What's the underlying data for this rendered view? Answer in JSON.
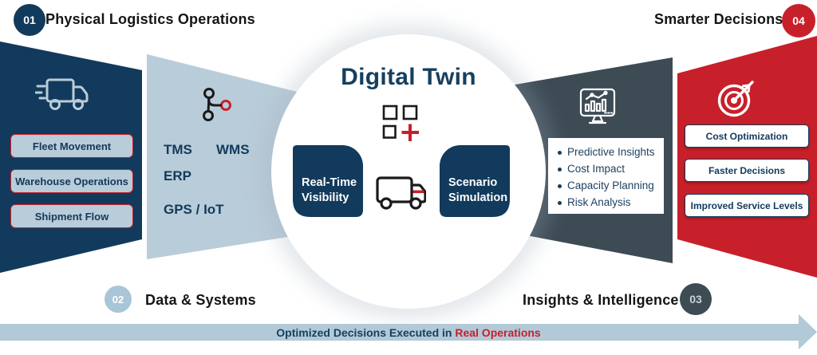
{
  "steps": {
    "s1": {
      "num": "01",
      "label": "Physical Logistics Operations"
    },
    "s2": {
      "num": "02",
      "label": "Data & Systems"
    },
    "s3": {
      "num": "03",
      "label": "Insights & Intelligence"
    },
    "s4": {
      "num": "04",
      "label": "Smarter Decisions"
    }
  },
  "left_panel": {
    "buttons": [
      "Fleet Movement",
      "Warehouse Operations",
      "Shipment Flow"
    ]
  },
  "systems_panel": {
    "labels": [
      "TMS",
      "WMS",
      "ERP",
      "GPS / IoT"
    ]
  },
  "center": {
    "title": "Digital Twin",
    "left_box": {
      "line1": "Real-Time",
      "line2": "Visibility"
    },
    "right_box": {
      "line1": "Scenario",
      "line2": "Simulation"
    }
  },
  "insights_panel": {
    "items": [
      "Predictive Insights",
      "Cost Impact",
      "Capacity Planning",
      "Risk Analysis"
    ]
  },
  "outcomes_panel": {
    "buttons": [
      "Cost Optimization",
      "Faster Decisions",
      "Improved Service Levels"
    ]
  },
  "footer_arrow": {
    "text_main": "Optimized Decisions Executed in ",
    "text_highlight": "Real Operations"
  },
  "icons": {
    "left_panel": "delivery-truck-icon",
    "systems_panel": "network-branch-icon",
    "center": [
      "modules-plus-icon",
      "truck-icon"
    ],
    "insights_panel": "monitor-chart-icon",
    "outcomes_panel": "target-dart-icon"
  },
  "colors": {
    "navy": "#123A5C",
    "light_blue": "#B9CCD9",
    "slate": "#3D4B55",
    "red": "#C8202A",
    "arrow_band": "#B2C9D7",
    "title_navy": "#16405E"
  }
}
